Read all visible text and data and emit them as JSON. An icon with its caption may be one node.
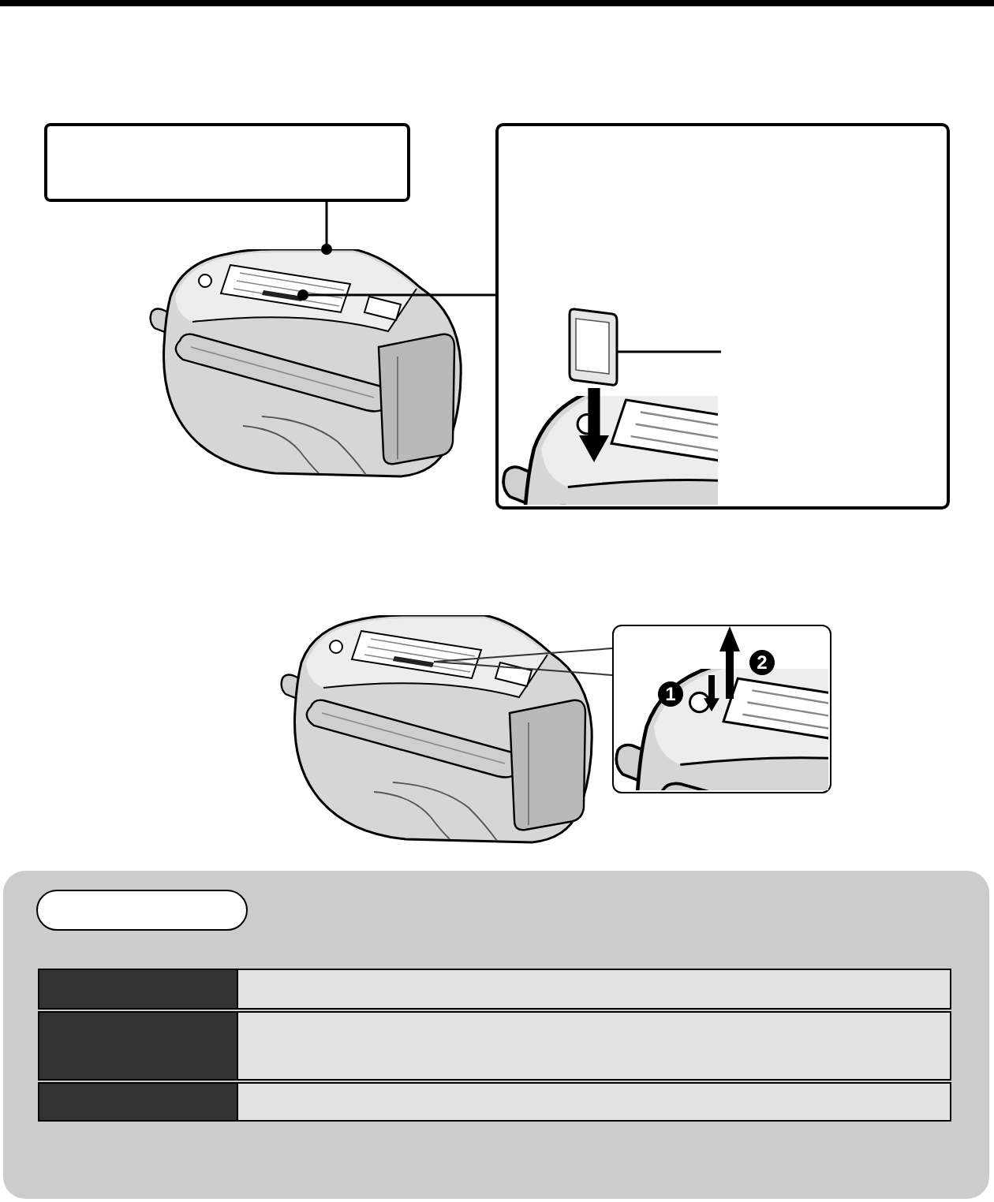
{
  "diagram": {
    "nodes": [
      {
        "text": [],
        "shape": "box"
      },
      {
        "text": [],
        "shape": "box"
      },
      {
        "text": [],
        "shape": "picture",
        "in": 1
      },
      {
        "text": [],
        "shape": "picture"
      },
      {
        "text": [],
        "shape": "box",
        "in": 3
      },
      {
        "text": [],
        "shape": "picture"
      },
      {
        "text": [],
        "shape": "box",
        "in": 5
      },
      {
        "text": [],
        "shape": "box"
      },
      {
        "text": [],
        "shape": "box"
      }
    ],
    "edges": [
      {
        "from": 0,
        "to": 3,
        "arrow": "other"
      },
      {
        "from": 1,
        "to": 4,
        "arrow": "other"
      },
      {
        "from": null,
        "to": 2,
        "arrow": "none"
      },
      {
        "from": 7,
        "to": 6,
        "arrow": "none"
      }
    ],
    "labels": [
      "1",
      "2"
    ]
  }
}
